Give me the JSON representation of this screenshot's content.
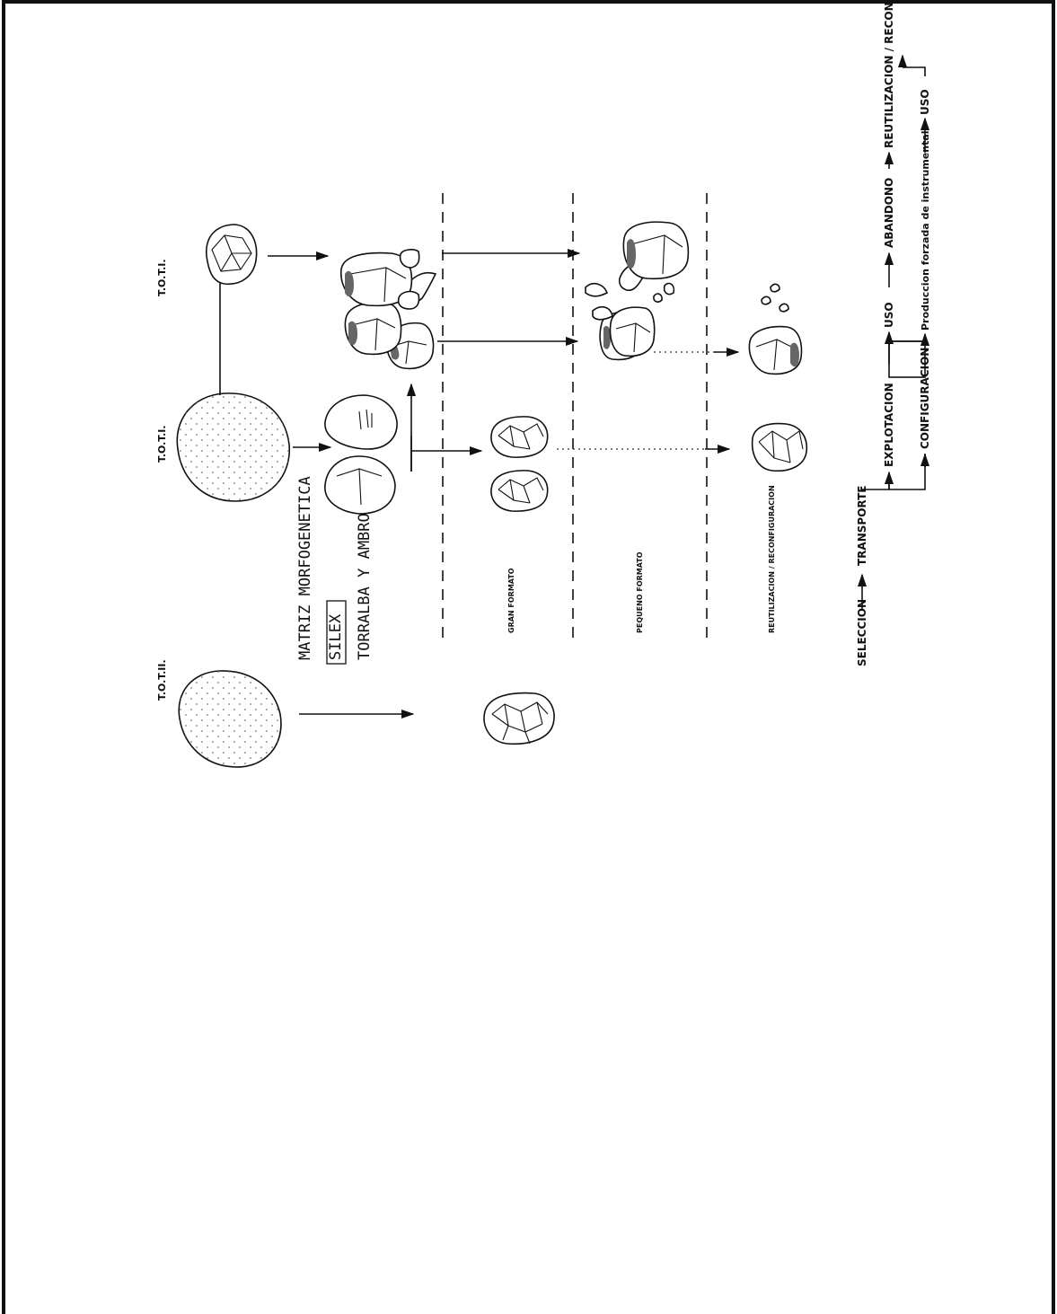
{
  "title": {
    "line1": "MATRIZ MORFOGENETICA",
    "line2": "SILEX",
    "line3": "TORRALBA Y AMBRONA"
  },
  "categories": [
    "T.O.T.II.",
    "T.O.T.I.",
    "T.O.T.I."
  ],
  "rows": [
    "GRAN FORMATO",
    "PEQUENO FORMATO",
    "REUTILIZACION / RECONFIGURACION"
  ],
  "process": {
    "seleccion": "SELECCION",
    "transporte": "TRANSPORTE",
    "explotacion": "EXPLOTACION",
    "configuracion": "CONFIGURACION",
    "uso1": "USO",
    "produccion": "Produccion forzada de instrumental",
    "abandono": "ABANDONO",
    "uso2": "USO",
    "reutilizacion": "REUTILIZACION / RECONFIGURACION"
  }
}
